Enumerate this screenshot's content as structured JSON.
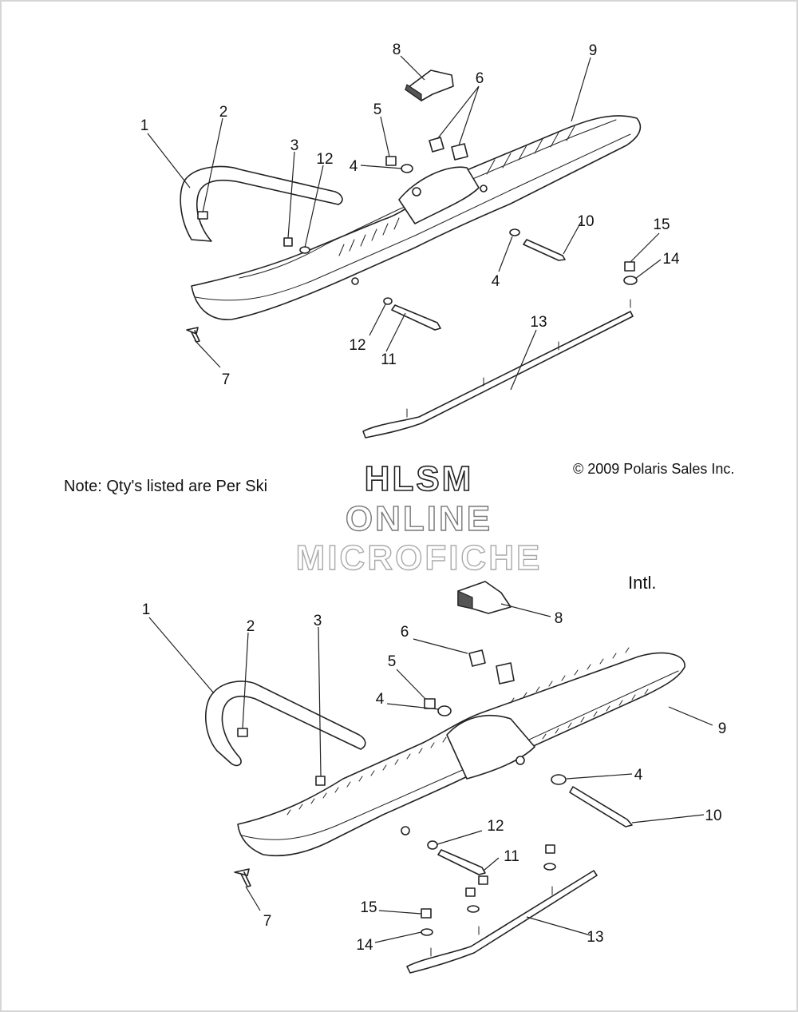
{
  "upper_assembly": {
    "callouts": [
      {
        "number": "1"
      },
      {
        "number": "2"
      },
      {
        "number": "3"
      },
      {
        "number": "12"
      },
      {
        "number": "5"
      },
      {
        "number": "4"
      },
      {
        "number": "8"
      },
      {
        "number": "6"
      },
      {
        "number": "9"
      },
      {
        "number": "10"
      },
      {
        "number": "15"
      },
      {
        "number": "14"
      },
      {
        "number": "4"
      },
      {
        "number": "12"
      },
      {
        "number": "11"
      },
      {
        "number": "13"
      },
      {
        "number": "7"
      }
    ]
  },
  "lower_assembly": {
    "variant_label": "Intl.",
    "callouts": [
      {
        "number": "1"
      },
      {
        "number": "2"
      },
      {
        "number": "3"
      },
      {
        "number": "6"
      },
      {
        "number": "8"
      },
      {
        "number": "5"
      },
      {
        "number": "4"
      },
      {
        "number": "9"
      },
      {
        "number": "4"
      },
      {
        "number": "10"
      },
      {
        "number": "12"
      },
      {
        "number": "11"
      },
      {
        "number": "15"
      },
      {
        "number": "14"
      },
      {
        "number": "13"
      },
      {
        "number": "7"
      }
    ]
  },
  "note": "Note: Qty's listed are Per Ski",
  "copyright": "© 2009 Polaris Sales Inc.",
  "watermark": {
    "line1": "HLSM",
    "line2": "ONLINE",
    "line3": "MICROFICHE"
  }
}
